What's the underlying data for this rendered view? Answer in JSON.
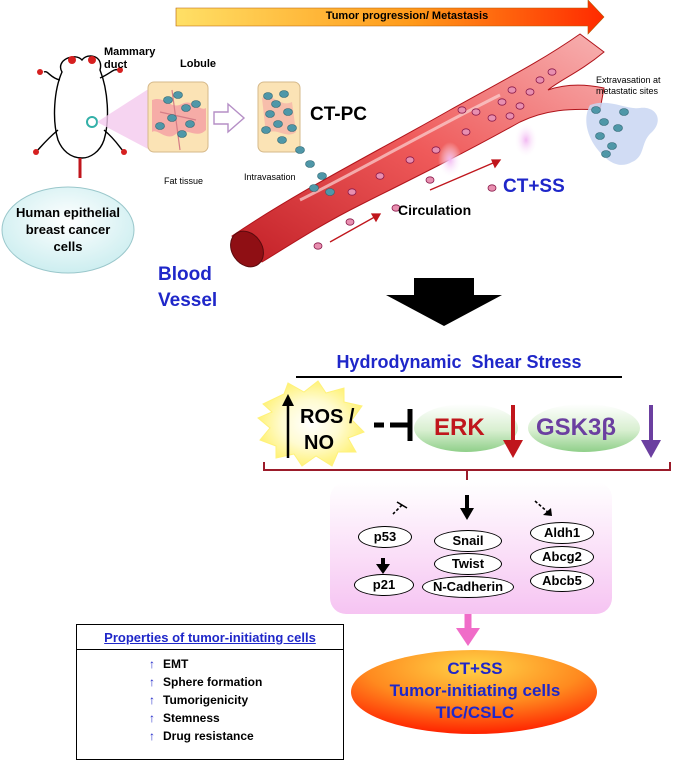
{
  "banner": {
    "label": "Tumor progression/ Metastasis"
  },
  "mouse_labels": {
    "mammary_duct": "Mammary duct",
    "lobule": "Lobule",
    "fat_tissue": "Fat tissue"
  },
  "cells_bubble": {
    "text": "Human epithelial breast cancer cells"
  },
  "stages": {
    "ct_pc": "CT-PC",
    "intravasation": "Intravasation",
    "circulation": "Circulation",
    "ct_ss": "CT+SS",
    "extravasation": "Extravasation at metastatic sites",
    "blood_vessel": "Blood Vessel"
  },
  "pathway": {
    "title": "Hydrodynamic  Shear Stress",
    "ros": "ROS /",
    "no": "NO",
    "erk": "ERK",
    "gsk": "GSK3β"
  },
  "markers": {
    "p53": "p53",
    "p21": "p21",
    "snail": "Snail",
    "twist": "Twist",
    "ncad": "N-Cadherin",
    "aldh1": "Aldh1",
    "abcg2": "Abcg2",
    "abcb5": "Abcb5"
  },
  "properties": {
    "title": "Properties of tumor-initiating cells",
    "items": [
      "EMT",
      "Sphere formation",
      "Tumorigenicity",
      "Stemness",
      "Drug resistance"
    ]
  },
  "result": {
    "line1": "CT+SS",
    "line2": "Tumor-initiating cells",
    "line3": "TIC/CSLC"
  },
  "colors": {
    "vessel": "#e23b3b",
    "vessel_light": "#f4a3a3",
    "cell": "#4f97a8",
    "cell_pink": "#e88fb0",
    "blue_text": "#1f27c9",
    "erk_red": "#c0161c",
    "gsk_purple": "#6b3fa0",
    "bracket": "#9b1b2a"
  }
}
